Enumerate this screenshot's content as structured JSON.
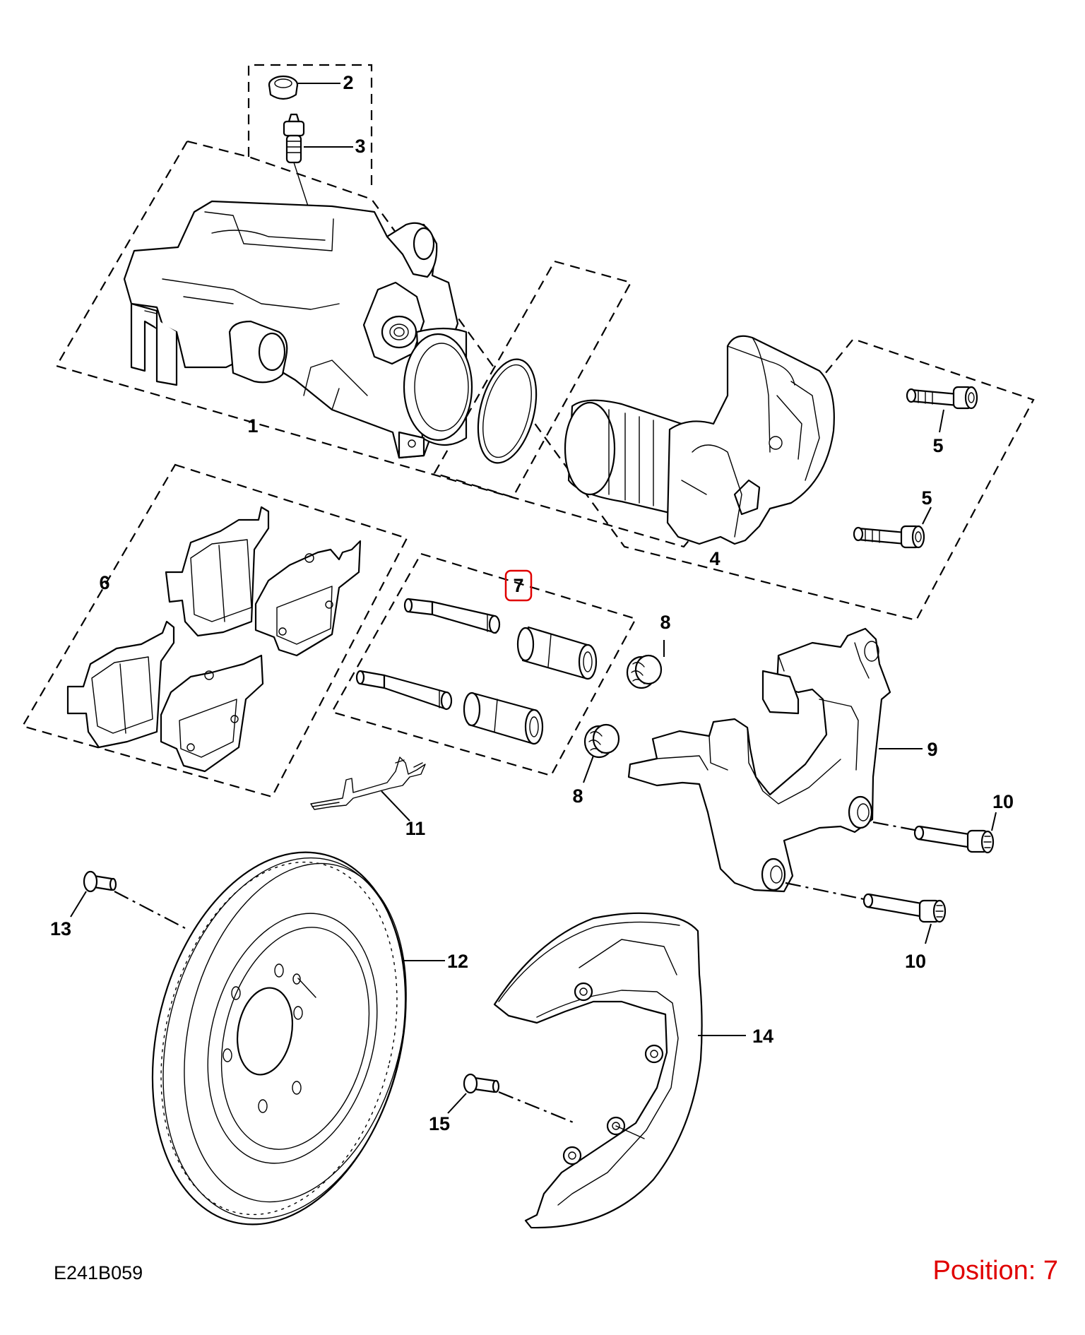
{
  "callouts": {
    "c1": "1",
    "c2": "2",
    "c3": "3",
    "c4": "4",
    "c5a": "5",
    "c5b": "5",
    "c6": "6",
    "c7": "7",
    "c8a": "8",
    "c8b": "8",
    "c9": "9",
    "c10a": "10",
    "c10b": "10",
    "c11": "11",
    "c12": "12",
    "c13": "13",
    "c14": "14",
    "c15": "15"
  },
  "highlighted_callout": "7",
  "highlight_color": "#e00000",
  "footer": {
    "reference_code": "E241B059",
    "position_label": "Position: 7"
  }
}
